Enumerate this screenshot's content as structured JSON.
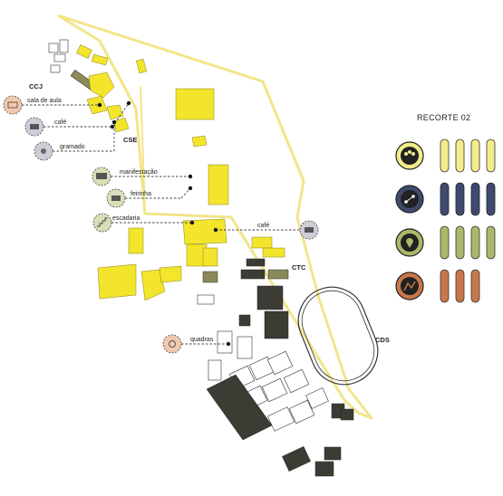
{
  "map": {
    "zones": {
      "ccj": "CCJ",
      "cse": "CSE",
      "ctc": "CTC",
      "cds": "CDS"
    },
    "activities": [
      {
        "label": "sala de aula",
        "icon": "classroom-icon",
        "category": "orange"
      },
      {
        "label": "café",
        "icon": "cafe-icon",
        "category": "purple"
      },
      {
        "label": "gramado",
        "icon": "lawn-icon",
        "category": "purple"
      },
      {
        "label": "manifestação",
        "icon": "protest-icon",
        "category": "green"
      },
      {
        "label": "feirinha",
        "icon": "market-icon",
        "category": "green"
      },
      {
        "label": "escadaria",
        "icon": "stairs-icon",
        "category": "green"
      },
      {
        "label": "café",
        "icon": "cafe-icon",
        "category": "purple"
      },
      {
        "label": "quadras",
        "icon": "sports-court-icon",
        "category": "orange"
      }
    ]
  },
  "legend": {
    "title": "RECORTE 02",
    "rows": [
      {
        "icon": "people-group-icon",
        "color": "#f4ec8a",
        "bars": 4
      },
      {
        "icon": "network-icon",
        "color": "#3f4a6e",
        "bars": 4
      },
      {
        "icon": "location-pin-icon",
        "color": "#a9b96a",
        "bars": 4
      },
      {
        "icon": "activity-icon",
        "color": "#c9774a",
        "bars": 3
      }
    ]
  },
  "colors": {
    "building_highlight": "#f2e52b",
    "building_other": "#3c3b34",
    "boundary": "#f2e58a",
    "icon_green": "#d7dfb7",
    "icon_purple": "#cfccd8",
    "icon_orange": "#f0c9ad"
  }
}
